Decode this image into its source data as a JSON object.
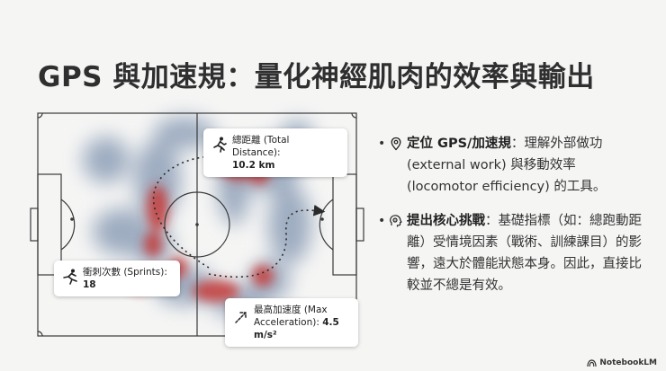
{
  "slide": {
    "title": "GPS 與加速規：量化神經肌肉的效率與輸出"
  },
  "callouts": {
    "distance": {
      "label": "總距離 (Total Distance):",
      "value": "10.2 km",
      "icon": "running-person-icon"
    },
    "sprints": {
      "label": "衝刺次數 (Sprints):",
      "value": "18",
      "icon": "sprinting-person-icon"
    },
    "accel": {
      "label_line1": "最高加速度 (Max",
      "label_line2": "Acceleration): ",
      "value": "4.5 m/s²",
      "icon": "diagonal-arrow-icon"
    }
  },
  "bullets": [
    {
      "icon": "location-pin-icon",
      "heading": "定位 GPS/加速規",
      "text": "：理解外部做功 (external work) 與移動效率 (locomotor efficiency) 的工具。"
    },
    {
      "icon": "brain-gear-icon",
      "heading": "提出核心挑戰",
      "text": "：基礎指標（如：總跑動距離）受情境因素（戰術、訓練課目）的影響，遠大於體能狀態本身。因此，直接比較並不總是有效。"
    }
  ],
  "brand": {
    "name": "NotebookLM"
  },
  "colors": {
    "heat_red": "#c8302e",
    "heat_blue": "#6f86a6",
    "field_line": "#3a3a3a"
  }
}
